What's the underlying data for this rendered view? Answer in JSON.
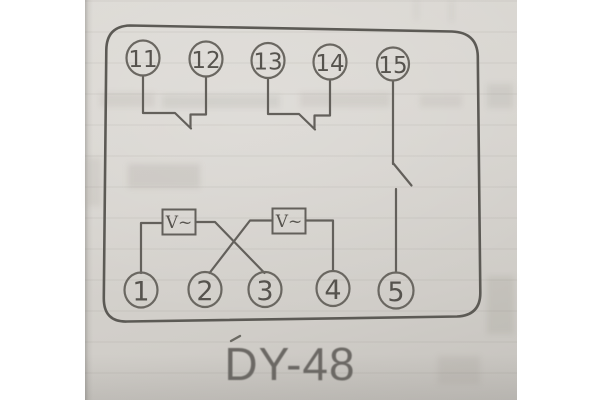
{
  "caption": "DY-48",
  "diagram": {
    "top_terminals": [
      "11",
      "12",
      "13",
      "14",
      "15"
    ],
    "bottom_terminals": [
      "1",
      "2",
      "3",
      "4",
      "5"
    ],
    "coils": [
      {
        "label": "V~"
      },
      {
        "label": "V~"
      }
    ]
  },
  "colors": {
    "background": "#ffffff",
    "paper": "#d6d3ce",
    "ink": "#615e59",
    "digits": "#56534e",
    "caption": "#6b6864"
  }
}
